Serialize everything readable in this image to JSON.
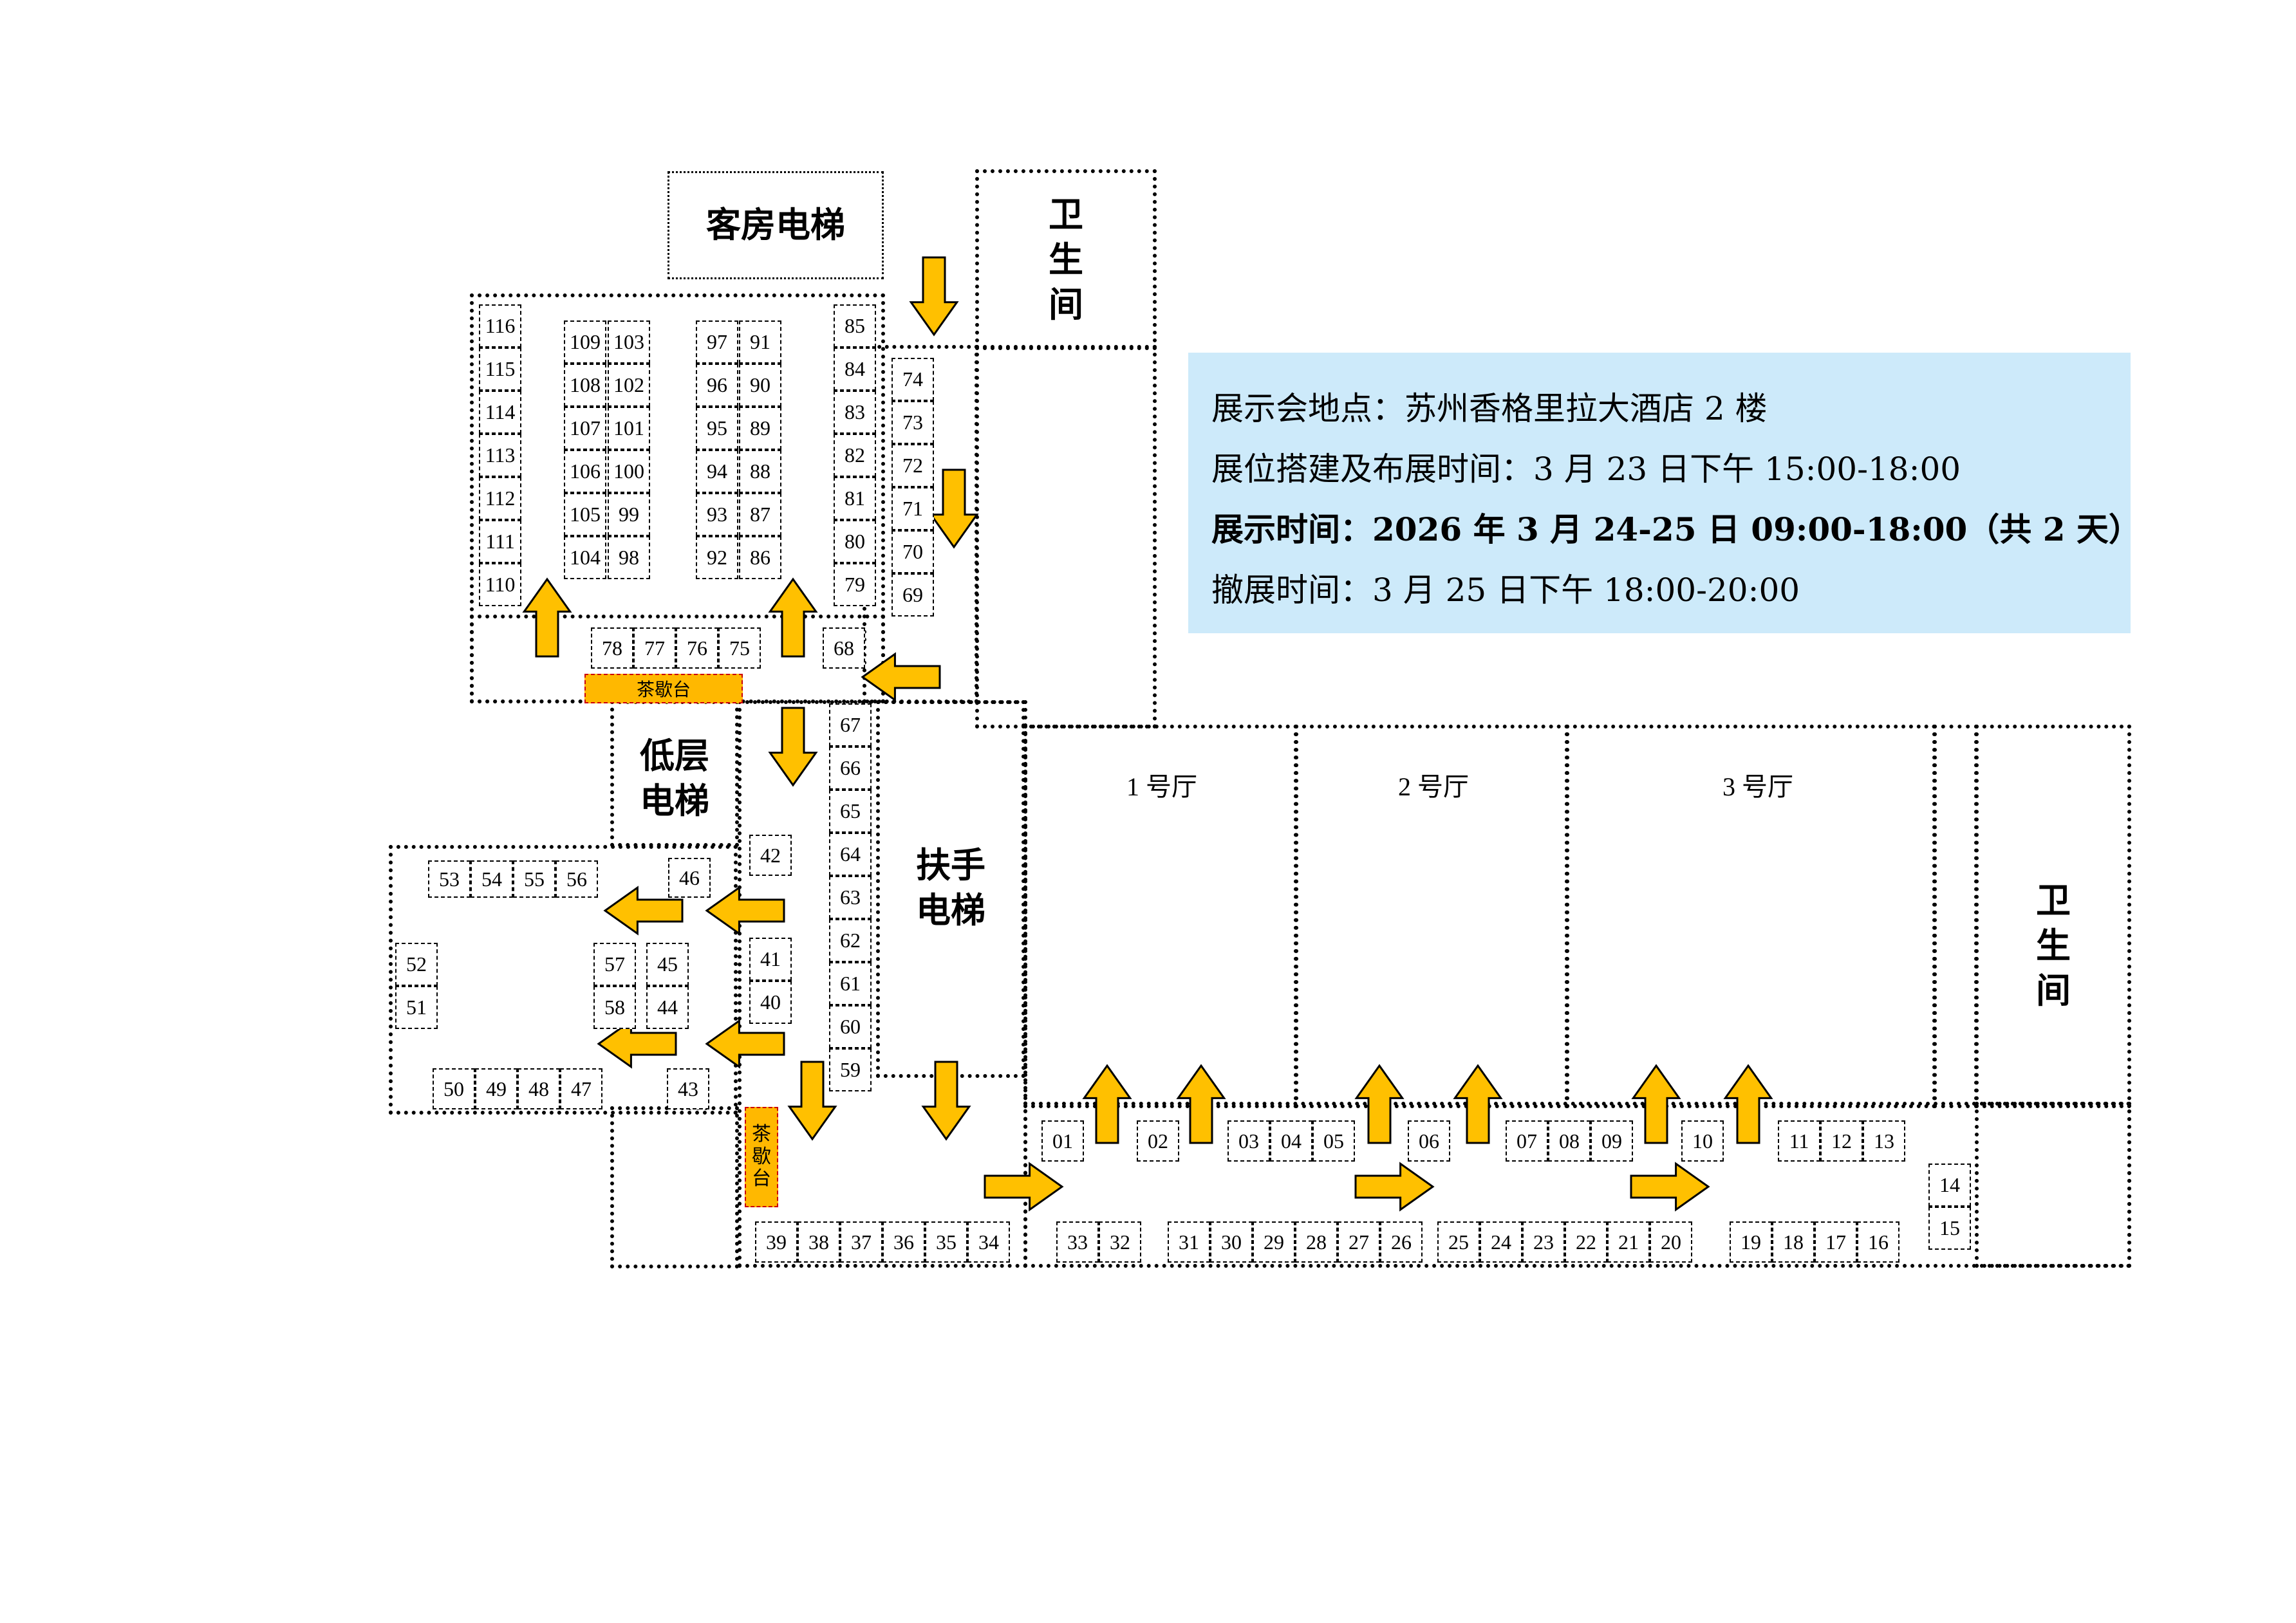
{
  "zones": [
    {
      "id": "guest-elevator",
      "label": "客房电梯",
      "kind": "solid"
    },
    {
      "id": "toilet-top",
      "label": "卫\n生\n间"
    },
    {
      "id": "low-elevator",
      "label": "低层\n电梯"
    },
    {
      "id": "escalator",
      "label": "扶手\n电梯"
    },
    {
      "id": "toilet-right",
      "label": "卫\n生\n间"
    }
  ],
  "halls": [
    "1 号厅",
    "2 号厅",
    "3 号厅"
  ],
  "tea_stations": [
    "茶歇台",
    "茶\n歇\n台"
  ],
  "info": {
    "line1": "展示会地点：苏州香格里拉大酒店 2 楼",
    "line2": "展位搭建及布展时间：3 月 23 日下午 15:00-18:00",
    "line3": "展示时间：2026 年 3 月 24-25 日 09:00-18:00（共 2 天）",
    "line4": "撤展时间：3 月 25 日下午 18:00-20:00"
  },
  "booths": {
    "col_116_110": [
      "116",
      "115",
      "114",
      "113",
      "112",
      "111",
      "110"
    ],
    "col_109_104": [
      "109",
      "108",
      "107",
      "106",
      "105",
      "104"
    ],
    "col_103_98": [
      "103",
      "102",
      "101",
      "100",
      "99",
      "98"
    ],
    "col_97_92": [
      "97",
      "96",
      "95",
      "94",
      "93",
      "92"
    ],
    "col_91_86": [
      "91",
      "90",
      "89",
      "88",
      "87",
      "86"
    ],
    "col_85_79": [
      "85",
      "84",
      "83",
      "82",
      "81",
      "80",
      "79"
    ],
    "col_74_69": [
      "74",
      "73",
      "72",
      "71",
      "70",
      "69"
    ],
    "row_78_75": [
      "78",
      "77",
      "76",
      "75"
    ],
    "b68": "68",
    "col_67_59": [
      "67",
      "66",
      "65",
      "64",
      "63",
      "62",
      "61",
      "60",
      "59"
    ],
    "b42": "42",
    "col_41_40": [
      "41",
      "40"
    ],
    "row_53_56": [
      "53",
      "54",
      "55",
      "56"
    ],
    "b46": "46",
    "col_52_51": [
      "52",
      "51"
    ],
    "col_57_58": [
      "57",
      "58"
    ],
    "col_45_44": [
      "45",
      "44"
    ],
    "row_50_47": [
      "50",
      "49",
      "48",
      "47"
    ],
    "b43": "43",
    "row_39_34": [
      "39",
      "38",
      "37",
      "36",
      "35",
      "34"
    ],
    "row_33_32": [
      "33",
      "32"
    ],
    "row_31_26": [
      "31",
      "30",
      "29",
      "28",
      "27",
      "26"
    ],
    "row_25_20": [
      "25",
      "24",
      "23",
      "22",
      "21",
      "20"
    ],
    "row_19_16": [
      "19",
      "18",
      "17",
      "16"
    ],
    "b01": "01",
    "b02": "02",
    "row_03_05": [
      "03",
      "04",
      "05"
    ],
    "b06": "06",
    "row_07_09": [
      "07",
      "08",
      "09"
    ],
    "b10": "10",
    "row_11_13": [
      "11",
      "12",
      "13"
    ],
    "col_14_15": [
      "14",
      "15"
    ]
  },
  "colors": {
    "arrow_fill": "#ffc000",
    "arrow_stroke": "#000000",
    "tea": "#ffb800",
    "info_bg": "#cdeafa"
  }
}
